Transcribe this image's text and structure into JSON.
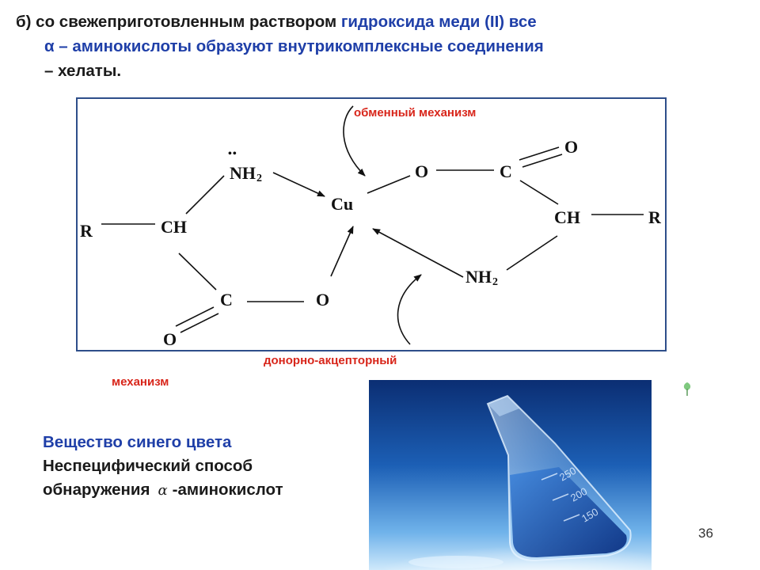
{
  "heading": {
    "prefix": "б) со свежеприготовленным раствором ",
    "reagent": "гидроксида меди (II) все",
    "line2": "α – аминокислоты образуют внутрикомплексные соединения",
    "line3": "– хелаты."
  },
  "diagram": {
    "atoms": {
      "r_left": "R",
      "ch_left": "CH",
      "nh_left": "NH",
      "nh_left_sub": "2",
      "c_left": "C",
      "o_left_bottom": "O",
      "o_left_link": "O",
      "cu": "Cu",
      "o_right_link": "O",
      "c_right": "C",
      "o_right_top": "O",
      "ch_right": "CH",
      "r_right": "R",
      "nh_right": "NH",
      "nh_right_sub": "2",
      "lone_pair": "••"
    },
    "labels": {
      "exchange": "обменный механизм",
      "donor_acceptor": "донорно-акцепторный",
      "mechanism": "механизм"
    }
  },
  "info": {
    "line1": "Вещество синего цвета",
    "line2": "Неспецифический способ",
    "line3_prefix": "обнаружения",
    "alpha_symbol": "α",
    "line3_suffix": "-аминокислот"
  },
  "photo": {
    "marks": [
      "250",
      "200",
      "150"
    ]
  },
  "page_number": "36",
  "colors": {
    "text": "#1a1a1a",
    "accent_blue": "#1f3fa8",
    "mechanism_red": "#d8261b",
    "frame": "#2e4e8a"
  }
}
